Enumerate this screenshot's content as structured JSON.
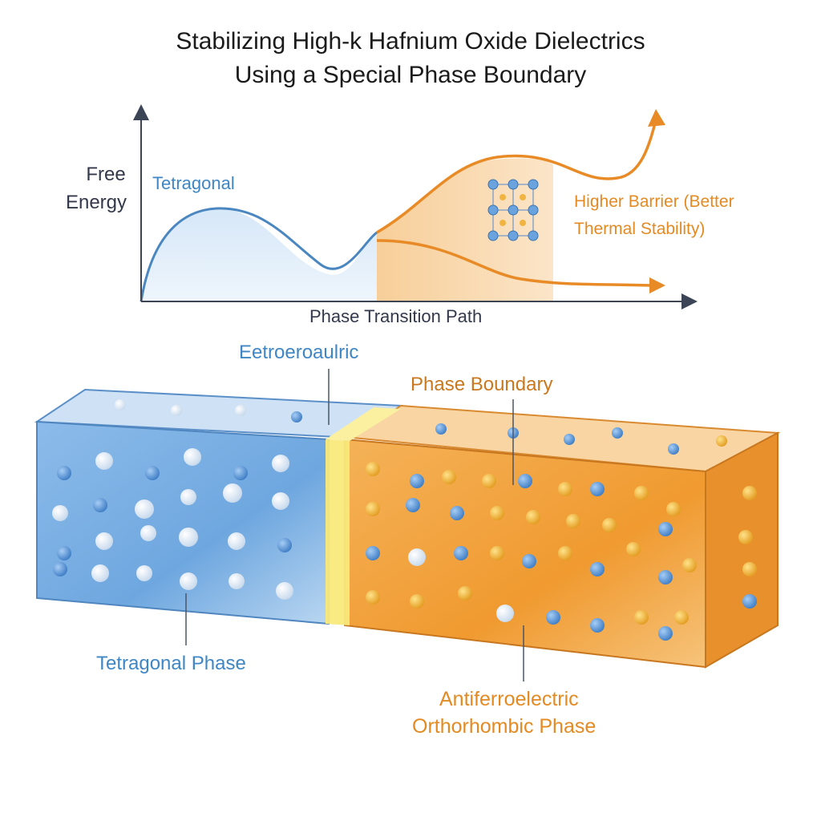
{
  "title": {
    "line1": "Stabilizing High-k Hafnium Oxide Dielectrics",
    "line2": "Using a Special Phase Boundary"
  },
  "energy_plot": {
    "ylabel_line1": "Free",
    "ylabel_line2": "Energy",
    "xlabel": "Phase Transition Path",
    "curve_label": "Tetragonal",
    "barrier_label_line1": "Higher Barrier (Better",
    "barrier_label_line2": "Thermal Stability)"
  },
  "crystal": {
    "top_label": "Eetroeroaulric",
    "boundary_label": "Phase Boundary",
    "left_label": "Tetragonal Phase",
    "right_label_line1": "Antiferroelectric",
    "right_label_line2": "Orthorhombic Phase"
  },
  "colors": {
    "blue_phase": "#5b9fdc",
    "orange_phase": "#f0a040",
    "boundary": "#f7e36a",
    "axis": "#3b4556"
  }
}
